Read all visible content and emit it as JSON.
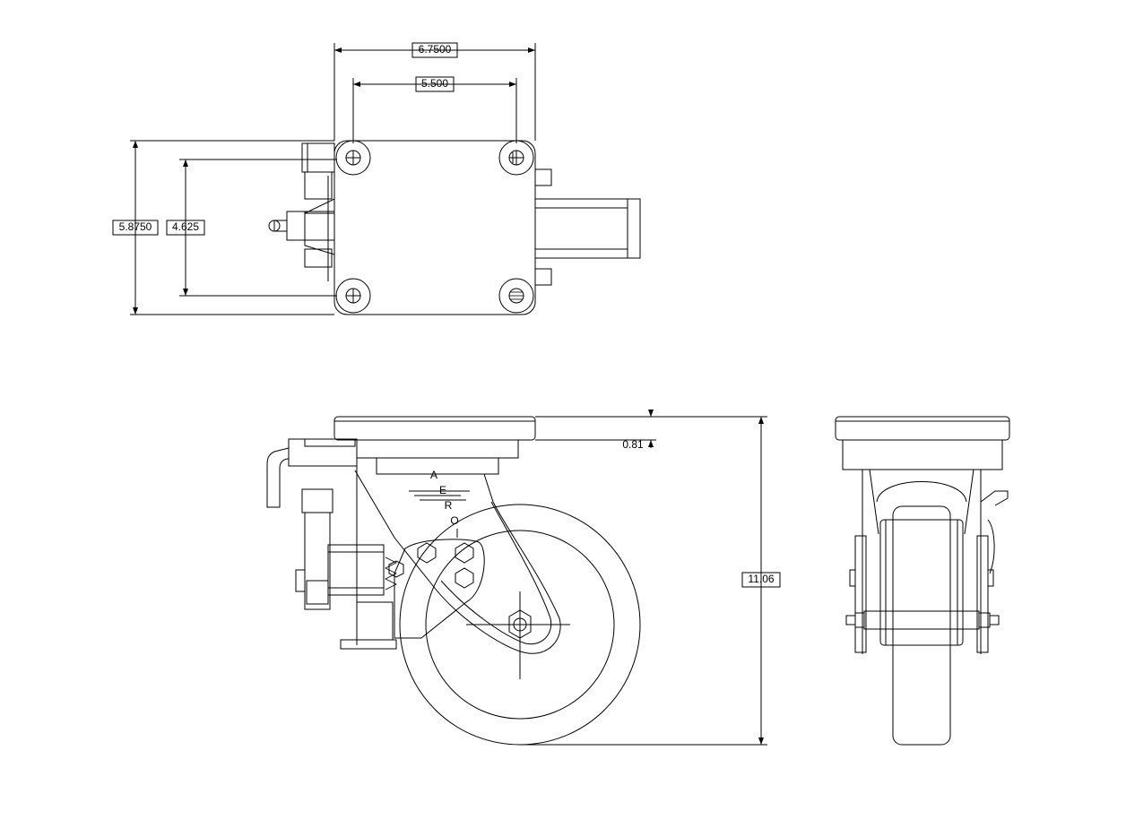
{
  "drawing": {
    "dimensions": {
      "overall_plate_width": "6.7500",
      "bolt_spacing_width": "5.500",
      "overall_plate_length": "5.8750",
      "bolt_spacing_length": "4.625",
      "plate_thickness": "0.81",
      "overall_height": "11.06"
    },
    "logo_letters": [
      "A",
      "E",
      "R",
      "O"
    ]
  }
}
